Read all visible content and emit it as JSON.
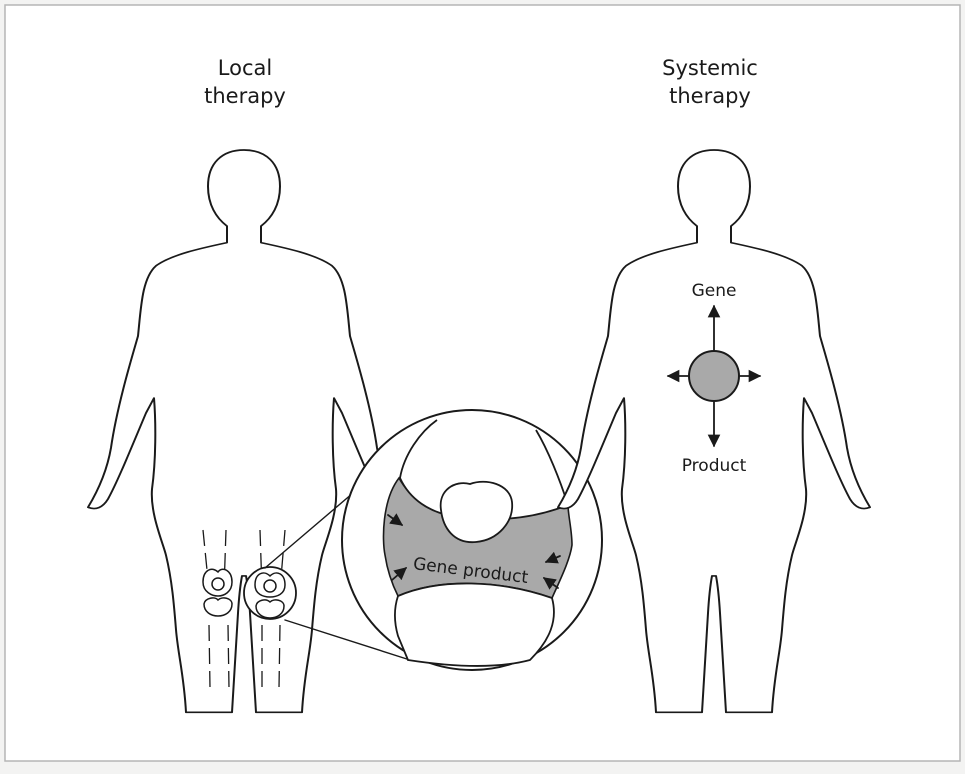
{
  "left_panel": {
    "title_line1": "Local",
    "title_line2": "therapy"
  },
  "right_panel": {
    "title_line1": "Systemic",
    "title_line2": "therapy"
  },
  "labels": {
    "gene": "Gene",
    "product": "Product",
    "gene_product": "Gene product"
  },
  "colors": {
    "background": "#f3f3f2",
    "frame": "#b5b5b5",
    "fill_gray": "#a9a9a9",
    "ink": "#1a1a1a"
  }
}
